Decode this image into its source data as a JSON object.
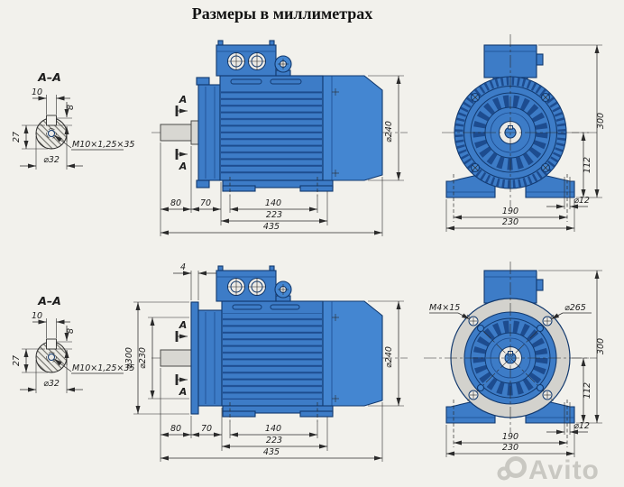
{
  "title": "Размеры в миллиметрах",
  "watermark": "Avito",
  "colors": {
    "body": "#3d7cc7",
    "accent": "#4486d1",
    "fin": "#1d4c8f",
    "outline": "#12396e",
    "shaft": "#d8d7d2",
    "flange": "#d3d2cd",
    "dim": "#2b2b2b",
    "bg": "#f2f1ec",
    "wm": "#c9c8c2",
    "light": "#eceae5"
  },
  "sections": {
    "top": {
      "label": "A–A",
      "key_width": "10",
      "key_depth": "8",
      "key_height": "27",
      "shaft_dia": "⌀32",
      "thread": "M10×1,25×35"
    },
    "bottom": {
      "label": "A–A",
      "key_width": "10",
      "key_depth": "8",
      "key_height": "27",
      "shaft_dia": "⌀32",
      "thread": "M10×1,25×35"
    }
  },
  "side_views": {
    "top": {
      "mark": "A",
      "shaft_len": "80",
      "gap": "70",
      "foot_span": "140",
      "mid_len": "223",
      "total_len": "435",
      "body_dia": "⌀240"
    },
    "bottom": {
      "mark": "A",
      "flange_thk": "4",
      "flange_dia": "⌀300",
      "spigot_dia": "⌀230",
      "shaft_len": "80",
      "gap": "70",
      "foot_span": "140",
      "mid_len": "223",
      "total_len": "435",
      "body_dia": "⌀240"
    }
  },
  "front_views": {
    "top": {
      "height": "300",
      "axis_height": "112",
      "hole_dia": "⌀12",
      "hole_span": "190",
      "base_width": "230"
    },
    "bottom": {
      "flange_thread": "M4×15",
      "bolt_circle_dia": "⌀265",
      "height": "300",
      "axis_height": "112",
      "hole_dia": "⌀12",
      "hole_span": "190",
      "base_width": "230"
    }
  }
}
